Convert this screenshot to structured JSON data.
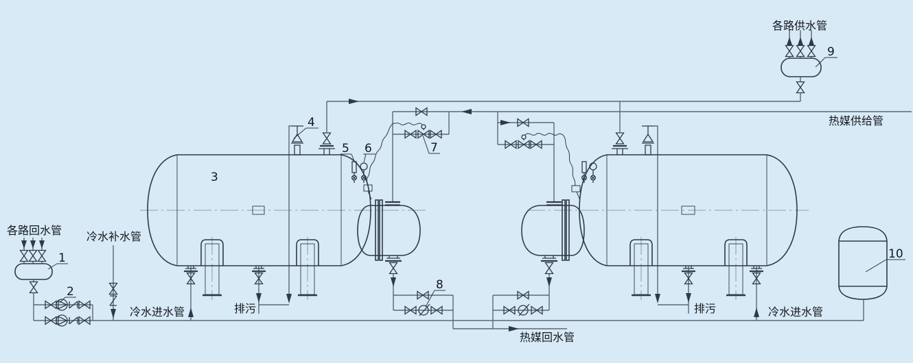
{
  "labels": {
    "return_routes": "各路回水管",
    "makeup_water": "冷水补水管",
    "cold_inlet_left": "冷水进水管",
    "blowdown_left": "排污",
    "heat_return": "热媒回水管",
    "blowdown_right": "排污",
    "cold_inlet_right": "冷水进水管",
    "heat_supply": "热媒供给管",
    "supply_routes": "各路供水管"
  },
  "callouts": {
    "n1": "1",
    "n2": "2",
    "n3": "3",
    "n4": "4",
    "n5": "5",
    "n6": "6",
    "n7": "7",
    "n8": "8",
    "n9": "9",
    "n10": "10"
  },
  "colors": {
    "background": "#d8eaf6",
    "pipe": "#5b6875",
    "equipment": "#2f3947",
    "text": "#14171c",
    "centerline": "#7a8796"
  }
}
